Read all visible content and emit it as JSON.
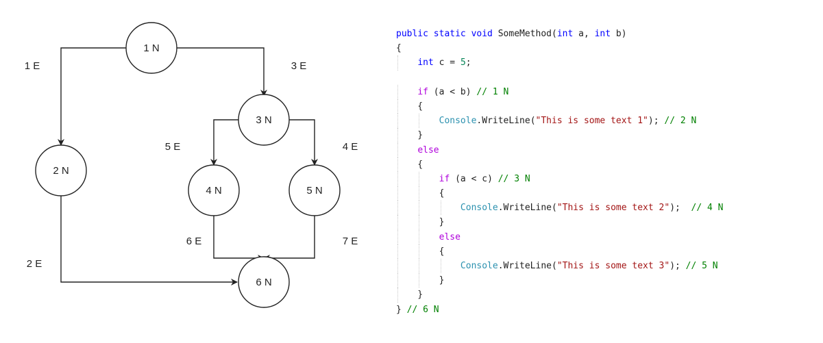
{
  "diagram": {
    "nodes": [
      {
        "id": "n1",
        "label": "1 N"
      },
      {
        "id": "n2",
        "label": "2 N"
      },
      {
        "id": "n3",
        "label": "3 N"
      },
      {
        "id": "n4",
        "label": "4 N"
      },
      {
        "id": "n5",
        "label": "5 N"
      },
      {
        "id": "n6",
        "label": "6 N"
      }
    ],
    "edges": [
      {
        "id": "e1",
        "label": "1 E",
        "from": "n1",
        "to": "n2"
      },
      {
        "id": "e2",
        "label": "2 E",
        "from": "n2",
        "to": "n6"
      },
      {
        "id": "e3",
        "label": "3 E",
        "from": "n1",
        "to": "n3"
      },
      {
        "id": "e4",
        "label": "4 E",
        "from": "n3",
        "to": "n5"
      },
      {
        "id": "e5",
        "label": "5 E",
        "from": "n3",
        "to": "n4"
      },
      {
        "id": "e6",
        "label": "6 E",
        "from": "n4",
        "to": "n6"
      },
      {
        "id": "e7",
        "label": "7 E",
        "from": "n5",
        "to": "n6"
      }
    ]
  },
  "code": {
    "lines": [
      [
        [
          "kw",
          "public static void "
        ],
        [
          "",
          "SomeMethod("
        ],
        [
          "kw",
          "int"
        ],
        [
          "",
          " a, "
        ],
        [
          "kw",
          "int"
        ],
        [
          "",
          " b)"
        ]
      ],
      [
        [
          "",
          "{"
        ]
      ],
      [
        [
          "",
          "    "
        ],
        [
          "kw",
          "int"
        ],
        [
          "",
          " c = "
        ],
        [
          "num",
          "5"
        ],
        [
          "",
          ";"
        ]
      ],
      [
        [
          "",
          ""
        ]
      ],
      [
        [
          "",
          "    "
        ],
        [
          "kw-ctrl",
          "if"
        ],
        [
          "",
          " (a < b) "
        ],
        [
          "cmt",
          "// 1 N"
        ]
      ],
      [
        [
          "",
          "    {"
        ]
      ],
      [
        [
          "",
          "        "
        ],
        [
          "cls",
          "Console"
        ],
        [
          "",
          ".WriteLine("
        ],
        [
          "str",
          "\"This is some text 1\""
        ],
        [
          "",
          "); "
        ],
        [
          "cmt",
          "// 2 N"
        ]
      ],
      [
        [
          "",
          "    }"
        ]
      ],
      [
        [
          "",
          "    "
        ],
        [
          "kw-ctrl",
          "else"
        ]
      ],
      [
        [
          "",
          "    {"
        ]
      ],
      [
        [
          "",
          "        "
        ],
        [
          "kw-ctrl",
          "if"
        ],
        [
          "",
          " (a < c) "
        ],
        [
          "cmt",
          "// 3 N"
        ]
      ],
      [
        [
          "",
          "        {"
        ]
      ],
      [
        [
          "",
          "            "
        ],
        [
          "cls",
          "Console"
        ],
        [
          "",
          ".WriteLine("
        ],
        [
          "str",
          "\"This is some text 2\""
        ],
        [
          "",
          ");  "
        ],
        [
          "cmt",
          "// 4 N"
        ]
      ],
      [
        [
          "",
          "        }"
        ]
      ],
      [
        [
          "",
          "        "
        ],
        [
          "kw-ctrl",
          "else"
        ]
      ],
      [
        [
          "",
          "        {"
        ]
      ],
      [
        [
          "",
          "            "
        ],
        [
          "cls",
          "Console"
        ],
        [
          "",
          ".WriteLine("
        ],
        [
          "str",
          "\"This is some text 3\""
        ],
        [
          "",
          "); "
        ],
        [
          "cmt",
          "// 5 N"
        ]
      ],
      [
        [
          "",
          "        }"
        ]
      ],
      [
        [
          "",
          "    }"
        ]
      ],
      [
        [
          "",
          "} "
        ],
        [
          "cmt",
          "// 6 N"
        ]
      ]
    ]
  }
}
